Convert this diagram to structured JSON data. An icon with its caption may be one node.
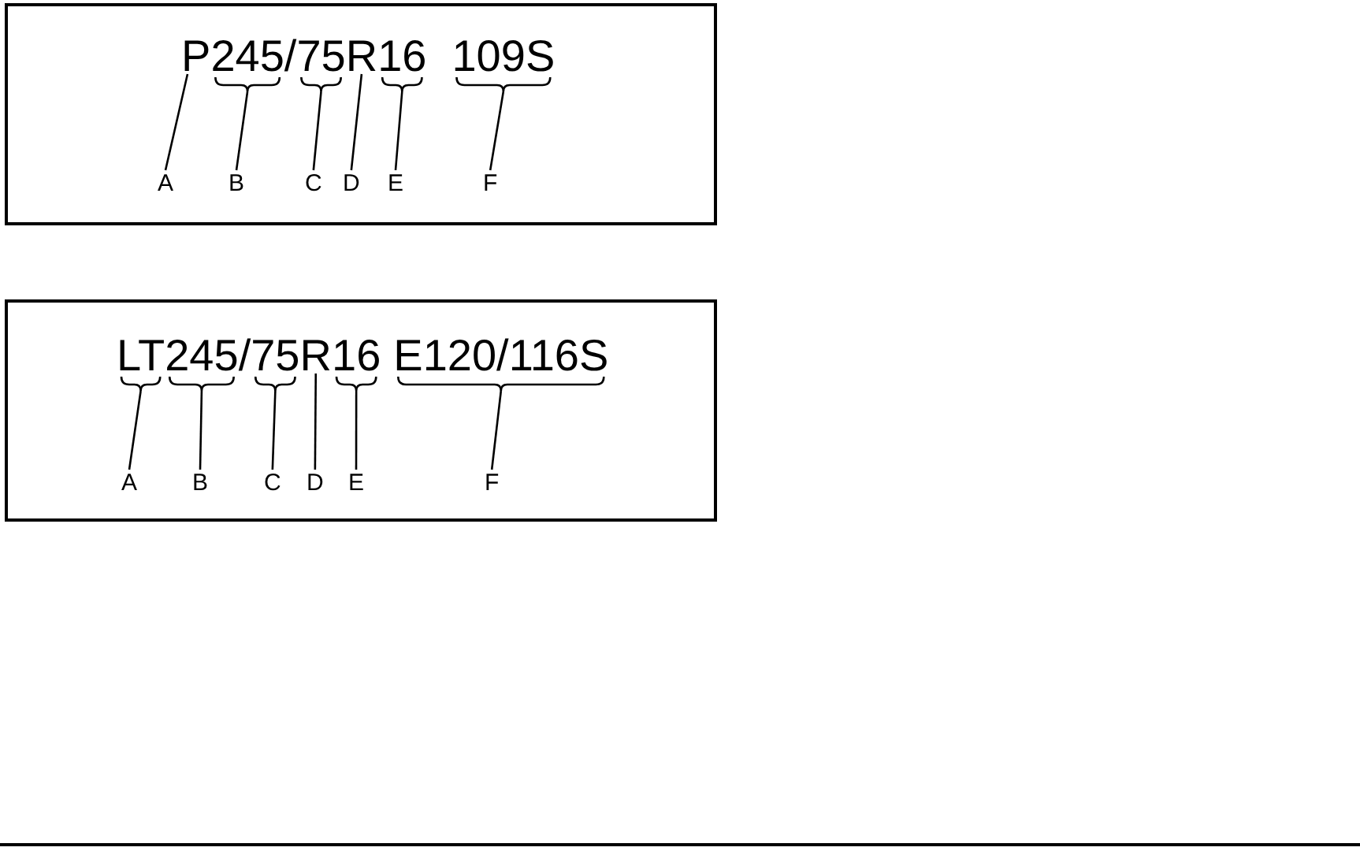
{
  "diagram": {
    "nodes": [
      {
        "text": [],
        "shape": "box"
      },
      {
        "text": [
          "P"
        ],
        "in": 0
      },
      {
        "text": [
          "245"
        ],
        "in": 0
      },
      {
        "text": [
          "75"
        ],
        "in": 0
      },
      {
        "text": [
          "R"
        ],
        "in": 0
      },
      {
        "text": [
          "16"
        ],
        "in": 0
      },
      {
        "text": [
          "109S"
        ],
        "in": 0
      },
      {
        "text": [
          "A"
        ],
        "in": 0
      },
      {
        "text": [
          "B"
        ],
        "in": 0
      },
      {
        "text": [
          "C"
        ],
        "in": 0
      },
      {
        "text": [
          "D"
        ],
        "in": 0
      },
      {
        "text": [
          "E"
        ],
        "in": 0
      },
      {
        "text": [
          "F"
        ],
        "in": 0
      },
      {
        "text": [],
        "shape": "box"
      },
      {
        "text": [
          "LT"
        ],
        "in": 13
      },
      {
        "text": [
          "245"
        ],
        "in": 13
      },
      {
        "text": [
          "75"
        ],
        "in": 13
      },
      {
        "text": [
          "R"
        ],
        "in": 13
      },
      {
        "text": [
          "16"
        ],
        "in": 13
      },
      {
        "text": [
          "E120/116S"
        ],
        "in": 13
      },
      {
        "text": [
          "A"
        ],
        "in": 13
      },
      {
        "text": [
          "B"
        ],
        "in": 13
      },
      {
        "text": [
          "C"
        ],
        "in": 13
      },
      {
        "text": [
          "D"
        ],
        "in": 13
      },
      {
        "text": [
          "E"
        ],
        "in": 13
      },
      {
        "text": [
          "F"
        ],
        "in": 13
      }
    ],
    "edges": [
      {
        "from": 7,
        "to": 1,
        "arrow": "none"
      },
      {
        "from": 8,
        "to": 2,
        "arrow": "none"
      },
      {
        "from": 9,
        "to": 3,
        "arrow": "none"
      },
      {
        "from": 10,
        "to": 4,
        "arrow": "none"
      },
      {
        "from": 11,
        "to": 5,
        "arrow": "none"
      },
      {
        "from": 12,
        "to": 6,
        "arrow": "none"
      },
      {
        "from": 20,
        "to": 14,
        "arrow": "none"
      },
      {
        "from": 21,
        "to": 15,
        "arrow": "none"
      },
      {
        "from": 22,
        "to": 16,
        "arrow": "none"
      },
      {
        "from": 23,
        "to": 17,
        "arrow": "none"
      },
      {
        "from": 24,
        "to": 18,
        "arrow": "none"
      },
      {
        "from": 25,
        "to": 19,
        "arrow": "none"
      }
    ],
    "labels": [
      "/",
      "/"
    ]
  }
}
